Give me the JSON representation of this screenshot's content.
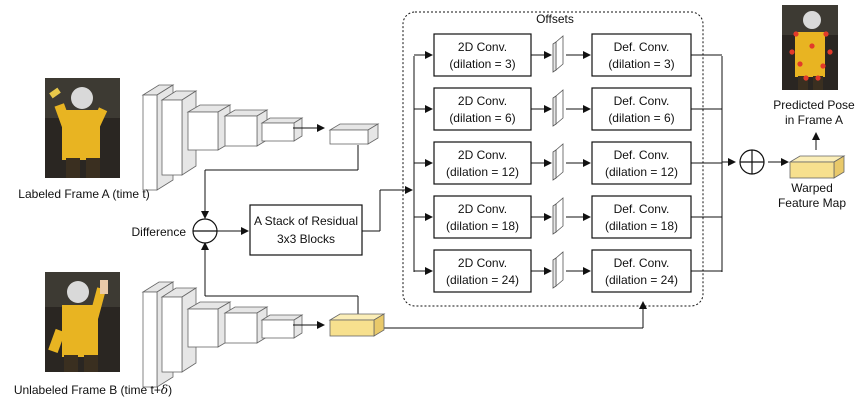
{
  "frame_a": {
    "caption": "Labeled Frame A (time t)"
  },
  "frame_b": {
    "caption_prefix": "Unlabeled Frame B (time t+",
    "caption_delta": "δ",
    "caption_suffix": ")"
  },
  "difference": {
    "label": "Difference"
  },
  "residual": {
    "line1": "A Stack of Residual",
    "line2": "3x3 Blocks"
  },
  "offsets": {
    "label": "Offsets"
  },
  "conv_rows": [
    {
      "conv_title": "2D Conv.",
      "conv_param": "(dilation = 3)",
      "def_title": "Def. Conv.",
      "def_param": "(dilation = 3)"
    },
    {
      "conv_title": "2D Conv.",
      "conv_param": "(dilation = 6)",
      "def_title": "Def. Conv.",
      "def_param": "(dilation = 6)"
    },
    {
      "conv_title": "2D Conv.",
      "conv_param": "(dilation = 12)",
      "def_title": "Def. Conv.",
      "def_param": "(dilation = 12)"
    },
    {
      "conv_title": "2D Conv.",
      "conv_param": "(dilation = 18)",
      "def_title": "Def. Conv.",
      "def_param": "(dilation = 18)"
    },
    {
      "conv_title": "2D Conv.",
      "conv_param": "(dilation = 24)",
      "def_title": "Def. Conv.",
      "def_param": "(dilation = 24)"
    }
  ],
  "predicted": {
    "line1": "Predicted Pose",
    "line2": "in Frame A"
  },
  "warped": {
    "line1": "Warped",
    "line2": "Feature Map"
  },
  "colors": {
    "feature_yellow": "#f7e08e",
    "feature_yellow_top": "#fbeeb8",
    "cube_face": "#ffffff",
    "cube_side": "#e6e6e6",
    "photo_dark": "#2a2622",
    "shirt_yellow": "#e8b422",
    "keypoint_red": "#e23a2a"
  }
}
